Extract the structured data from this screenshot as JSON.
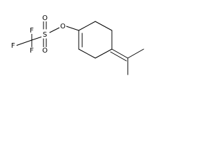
{
  "structure": {
    "atoms": {
      "f_top": "F",
      "f_left": "F",
      "f_bottom": "F",
      "s": "S",
      "o_top": "O",
      "o_bottom": "O",
      "o_ester": "O"
    }
  },
  "colors": {
    "bond": "#000000",
    "text": "#000000",
    "background": "#ffffff"
  }
}
